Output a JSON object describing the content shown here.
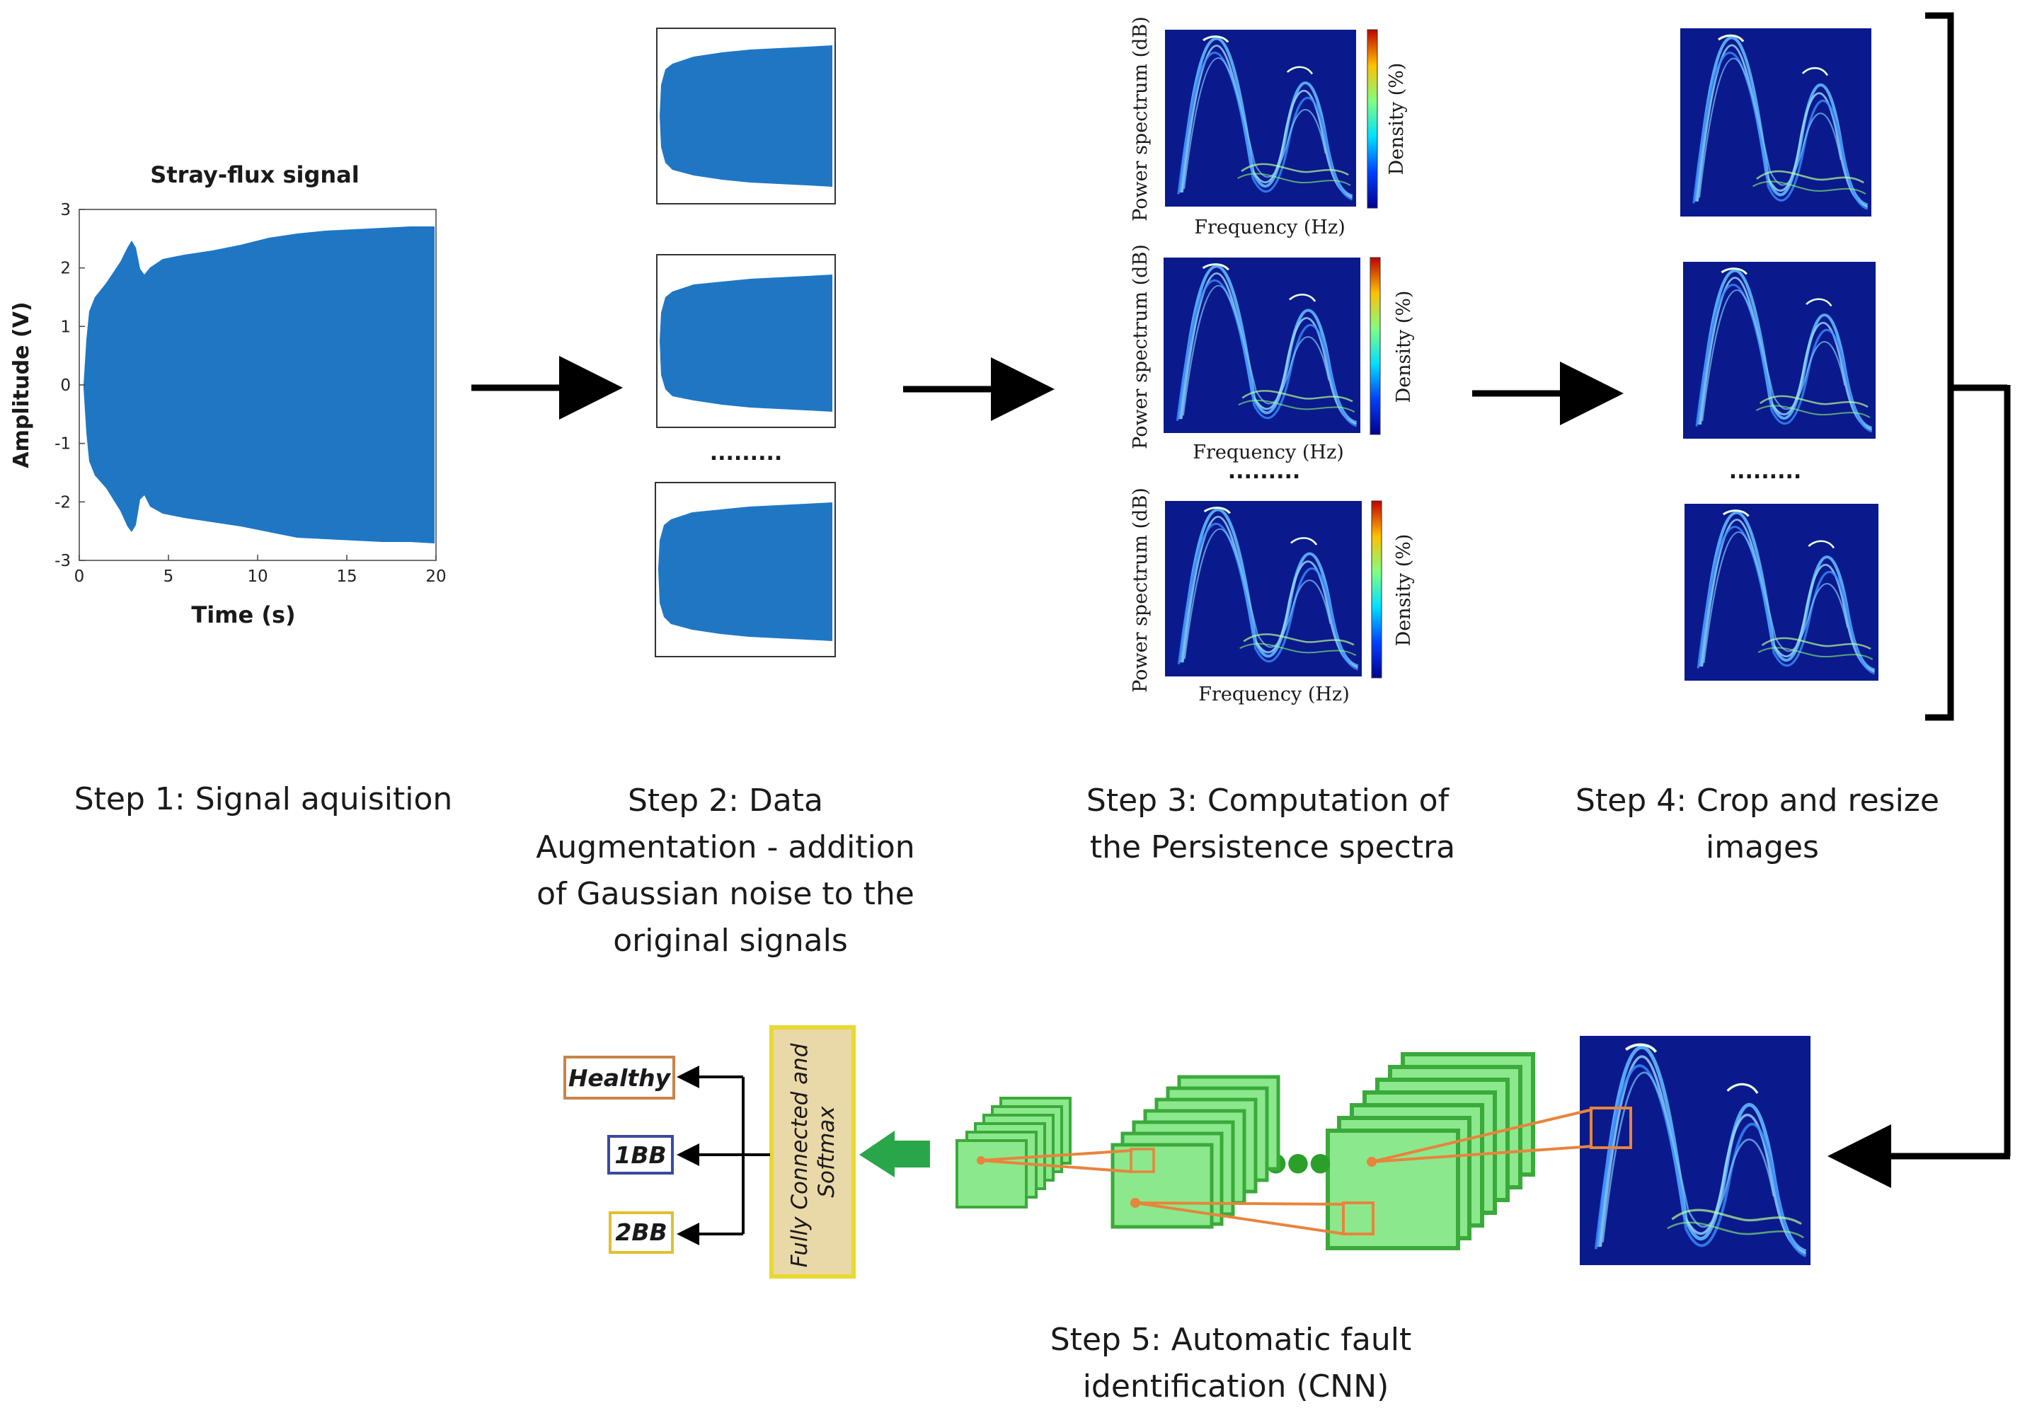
{
  "signal_plot": {
    "title": "Stray-flux signal",
    "xlabel": "Time (s)",
    "ylabel": "Amplitude (V)",
    "xticks": [
      "0",
      "5",
      "10",
      "15",
      "20"
    ],
    "yticks": [
      "3",
      "2",
      "1",
      "0",
      "-1",
      "-2",
      "-3"
    ],
    "xlim": [
      0,
      20
    ],
    "ylim": [
      -3,
      3
    ],
    "signal_color": "#1f77c4"
  },
  "spectra": {
    "xlabel": "Frequency (Hz)",
    "ylabel": "Power spectrum (dB)",
    "colorbar_label": "Density (%)",
    "background_color": "#0a1a8c"
  },
  "ellipsis": ".........",
  "steps": {
    "step1": [
      "Step 1: Signal aquisition"
    ],
    "step2": [
      "Step 2: Data",
      "Augmentation - addition",
      "of Gaussian noise to the",
      "original signals"
    ],
    "step3": [
      "Step 3: Computation of",
      "the Persistence spectra"
    ],
    "step4": [
      "Step 4: Crop and resize",
      "images"
    ],
    "step5": [
      "Step 5: Automatic fault",
      "identification (CNN)"
    ]
  },
  "cnn": {
    "fc_label_lines": [
      "Fully Connected and",
      "Softmax"
    ],
    "layer_color": "#8ce88c",
    "layer_border": "#3aaa3a",
    "connector_color": "#e8843c",
    "fc_fill": "#ead9a8",
    "fc_border": "#e8d830",
    "dots": "●●●"
  },
  "outputs": [
    {
      "label": "Healthy",
      "border": "#c8844a"
    },
    {
      "label": "1BB",
      "border": "#3a4aa0"
    },
    {
      "label": "2BB",
      "border": "#e0c030"
    }
  ]
}
